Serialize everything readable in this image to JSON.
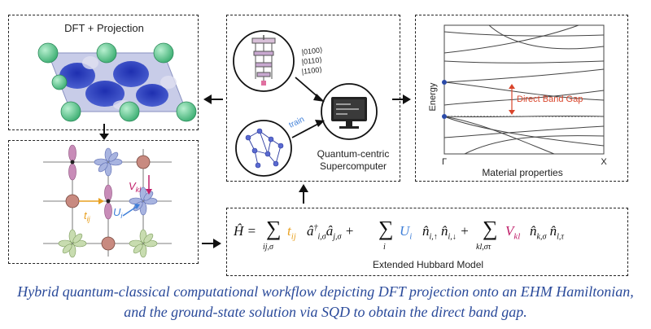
{
  "panels": {
    "dft": {
      "title": "DFT + Projection"
    },
    "quantum": {
      "label_line1": "Quantum-centric",
      "label_line2": "Supercomputer",
      "kets": [
        "|0100⟩",
        "|0110⟩",
        "|1100⟩"
      ],
      "train_label": "train"
    },
    "properties": {
      "ylabel": "Energy",
      "xlabel": "Material properties",
      "tick_left": "Γ",
      "tick_right": "X",
      "annotation": "Direct Band Gap"
    },
    "hubbard": {
      "caption": "Extended Hubbard Model",
      "lattice_labels": {
        "t": "t",
        "t_sub": "ij",
        "u": "U",
        "u_sub": "i",
        "v": "V",
        "v_sub": "kl"
      }
    }
  },
  "figure_caption": {
    "line1": "Hybrid quantum-classical computational workflow depicting DFT projection onto an EHM Hamiltonian,",
    "line2": "and the ground-state solution via SQD to obtain the direct band gap."
  },
  "colors": {
    "t_orange": "#e8a020",
    "u_blue": "#3f7fd8",
    "v_magenta": "#c0206a",
    "caption_blue": "#2a4a9a",
    "atom_green": "#5fcf9a",
    "gap_red": "#d9452b"
  }
}
